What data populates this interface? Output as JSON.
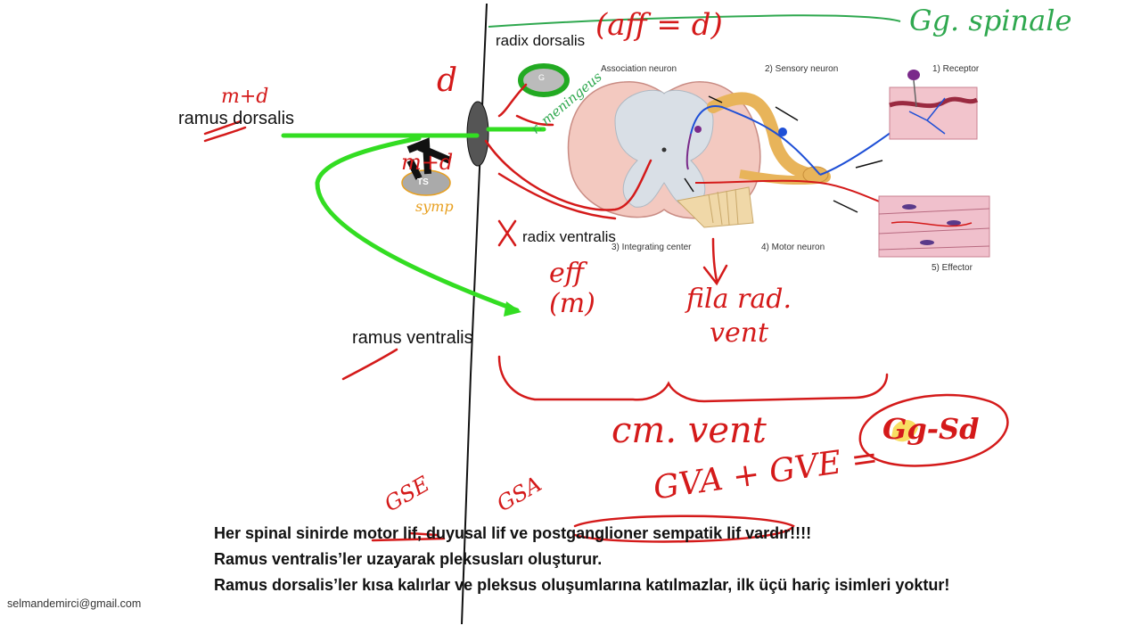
{
  "labels": {
    "radix_dorsalis": "radix dorsalis",
    "radix_ventralis": "radix ventralis",
    "ramus_dorsalis": "ramus dorsalis",
    "ramus_ventralis": "ramus ventralis"
  },
  "figure_labels": {
    "association": "Association neuron",
    "sensory": "2) Sensory neuron",
    "receptor": "1) Receptor",
    "integrating": "3) Integrating center",
    "motor": "4) Motor neuron",
    "effector": "5) Effector"
  },
  "ganglion_labels": {
    "spinal_ganglion": "G",
    "sympathetic_ganglion": "TS"
  },
  "handwriting": {
    "aff_d": "(aff = d)",
    "gg_spinale": "Gg. spinale",
    "d": "d",
    "m_d": "m+d",
    "r_meningeus": "r. meningeus",
    "m_d2": "m+d",
    "symp": "symp",
    "eff_m": "eff (m)",
    "fila_1": "fila rad.",
    "fila_2": "vent",
    "cm_vent": "cm. vent",
    "gsa_gve": "GVA + GVE =",
    "circle_text": "Gg-Sd",
    "gse": "GSE",
    "gsa": "GSA"
  },
  "notes": [
    "Her spinal sinirde motor lif, duyusal lif ve postganglioner sempatik lif vardır!!!!",
    "Ramus ventralis’ler uzayarak pleksusları oluşturur.",
    "Ramus dorsalis’ler kısa kalırlar ve pleksus oluşumlarına katılmazlar, ilk üçü hariç isimleri yoktur!"
  ],
  "footer": {
    "email": "selmandemirci@gmail.com"
  },
  "colors": {
    "ink_red": "#d41a1a",
    "ink_green": "#2fa84f",
    "nerve_green": "#33dd22",
    "cord_pink": "#f3c9c0",
    "grey_matter": "#d9dfe6"
  }
}
